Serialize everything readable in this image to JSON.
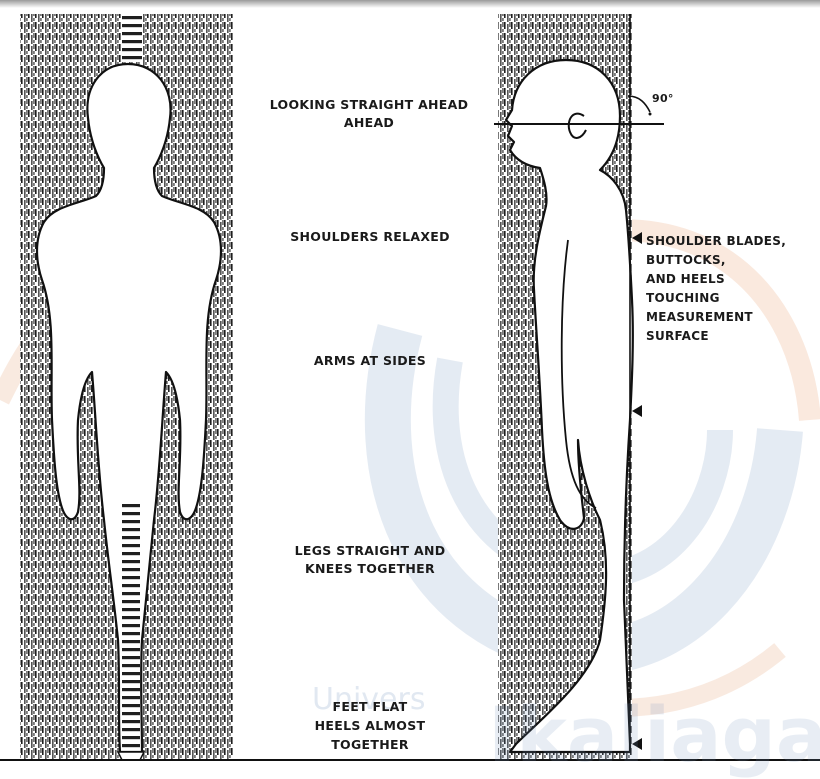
{
  "labels": {
    "looking_line1": "LOOKING STRAIGHT AHEAD",
    "looking_line2": "AHEAD",
    "shoulders": "SHOULDERS RELAXED",
    "arms": "ARMS AT SIDES",
    "legs_line1": "LEGS STRAIGHT AND",
    "legs_line2": "KNEES TOGETHER",
    "feet_line1": "FEET FLAT",
    "feet_line2": "HEELS ALMOST",
    "feet_line3": "TOGETHER",
    "angle": "90°",
    "contact_line1": "SHOULDER BLADES,",
    "contact_line2": "BUTTOCKS,",
    "contact_line3": "AND HEELS",
    "contact_line4": "TOUCHING",
    "contact_line5": "MEASUREMENT",
    "contact_line6": "SURFACE"
  },
  "watermark": {
    "text_small": "Univers",
    "text_large": "Ikaliaga",
    "colors": {
      "blue": "#b8c8dc",
      "orange": "#f2c7a8"
    }
  },
  "colors": {
    "ink": "#1a1a1a",
    "board": "#2a2a2a",
    "background": "#ffffff"
  }
}
